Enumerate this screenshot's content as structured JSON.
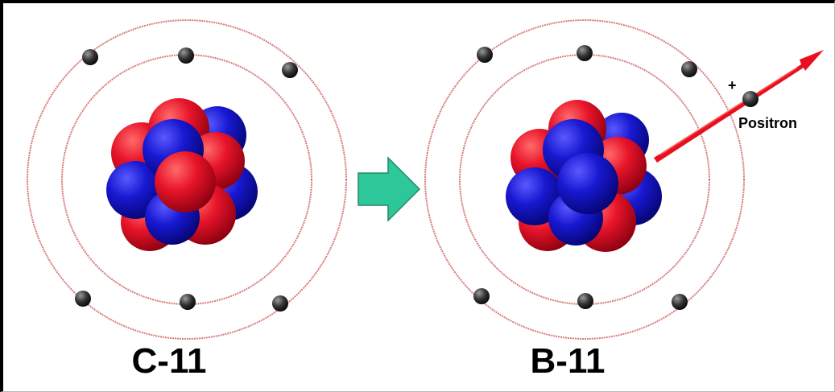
{
  "atoms": {
    "before": {
      "label": "C-11"
    },
    "after": {
      "label": "B-11"
    }
  },
  "emission": {
    "label": "Positron",
    "charge": "+"
  },
  "colors": {
    "proton": "#e0102a",
    "neutron": "#1414c8",
    "electron": "#222222",
    "orbit": "#d97a7a",
    "arrow": "#2ec79a",
    "positron_track": "#e8101e"
  }
}
